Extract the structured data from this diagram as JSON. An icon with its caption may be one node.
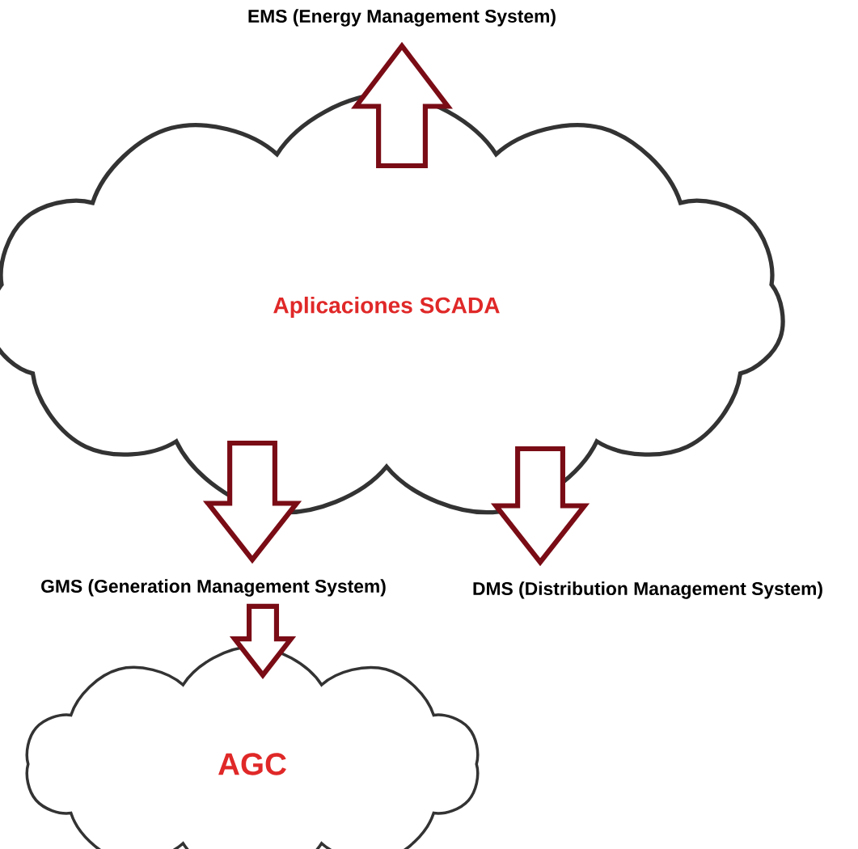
{
  "diagram": {
    "nodes": [
      {
        "text": [
          "Aplicaciones SCADA"
        ]
      },
      {
        "text": [
          "EMS (Energy Management System)"
        ]
      },
      {
        "text": [
          "GMS (Generation Management System)"
        ]
      },
      {
        "text": [
          "DMS (Distribution Management System)"
        ]
      },
      {
        "text": [
          "AGC"
        ]
      }
    ],
    "edges": [
      {
        "from": 0,
        "to": 1,
        "arrow": "to"
      },
      {
        "from": 0,
        "to": 2,
        "arrow": "to"
      },
      {
        "from": 0,
        "to": 3,
        "arrow": "to"
      },
      {
        "from": 2,
        "to": 4,
        "arrow": "to"
      }
    ]
  }
}
